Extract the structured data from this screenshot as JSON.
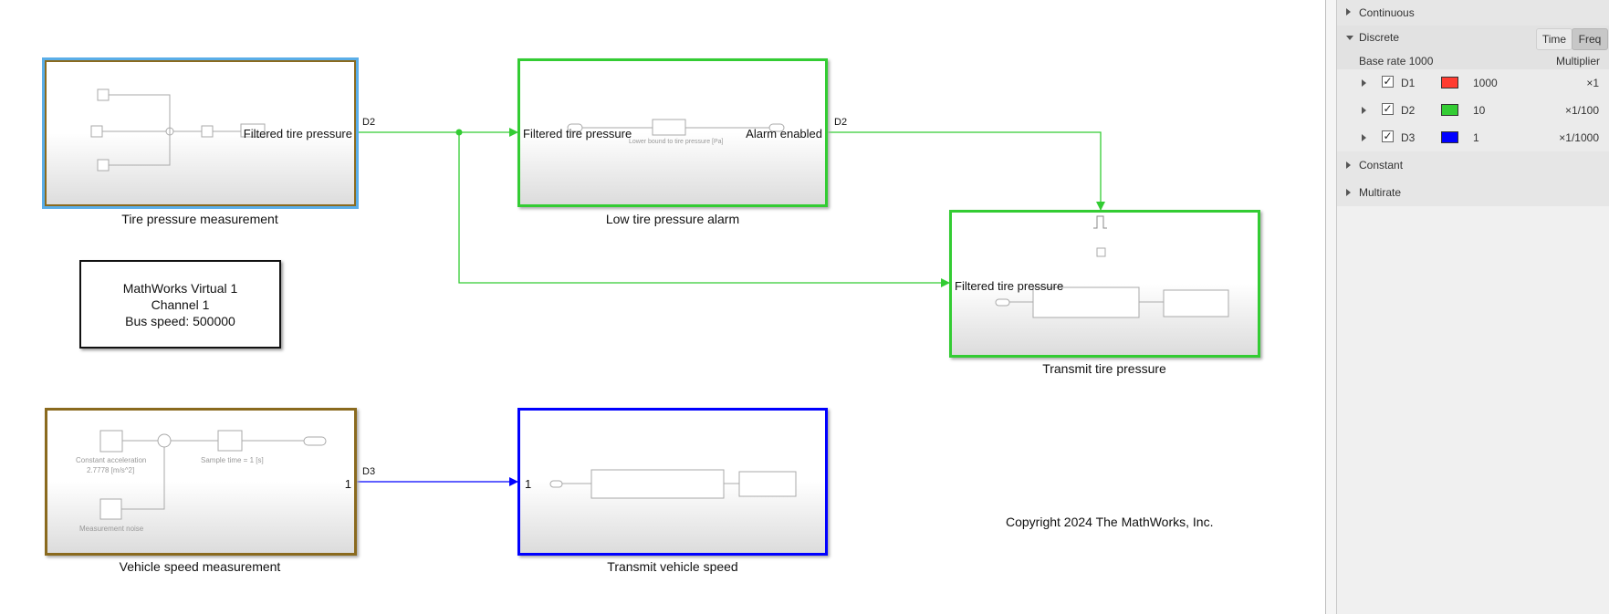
{
  "blocks": {
    "tire_pressure_measurement": {
      "caption": "Tire pressure measurement",
      "out_label": "Filtered tire pressure"
    },
    "low_tire_pressure_alarm": {
      "caption": "Low tire pressure alarm",
      "in_label": "Filtered tire pressure",
      "out_label": "Alarm enabled",
      "inner_note": "Lower bound to tire pressure [Pa]"
    },
    "transmit_tire_pressure": {
      "caption": "Transmit tire pressure",
      "in_label": "Filtered tire pressure"
    },
    "vehicle_speed_measurement": {
      "caption": "Vehicle speed measurement",
      "out_port": "1",
      "const_label": "Constant acceleration",
      "const_value": "2.7778 [m/s^2]",
      "sample_label": "Sample time = 1 [s]",
      "noise_label": "Measurement noise"
    },
    "transmit_vehicle_speed": {
      "caption": "Transmit vehicle speed",
      "in_port": "1"
    }
  },
  "signals": {
    "d2_a": "D2",
    "d2_b": "D2",
    "d3": "D3"
  },
  "note": {
    "line1": "MathWorks Virtual 1",
    "line2": "Channel 1",
    "line3": "Bus speed: 500000"
  },
  "copyright": "Copyright 2024 The MathWorks, Inc.",
  "colors": {
    "d1": "#ff3b30",
    "d2": "#33cc33",
    "d3": "#0000ff",
    "selected": "#5aaee8",
    "mixed": "#8a6a1e"
  },
  "panel": {
    "continuous": "Continuous",
    "discrete": "Discrete",
    "time_label": "Time",
    "freq_label": "Freq",
    "base_rate": "Base rate 1000",
    "multiplier": "Multiplier",
    "rates": [
      {
        "name": "D1",
        "value": "1000",
        "mult": "×1",
        "color": "#ff3b30"
      },
      {
        "name": "D2",
        "value": "10",
        "mult": "×1/100",
        "color": "#33cc33"
      },
      {
        "name": "D3",
        "value": "1",
        "mult": "×1/1000",
        "color": "#0000ff"
      }
    ],
    "constant": "Constant",
    "multirate": "Multirate"
  }
}
